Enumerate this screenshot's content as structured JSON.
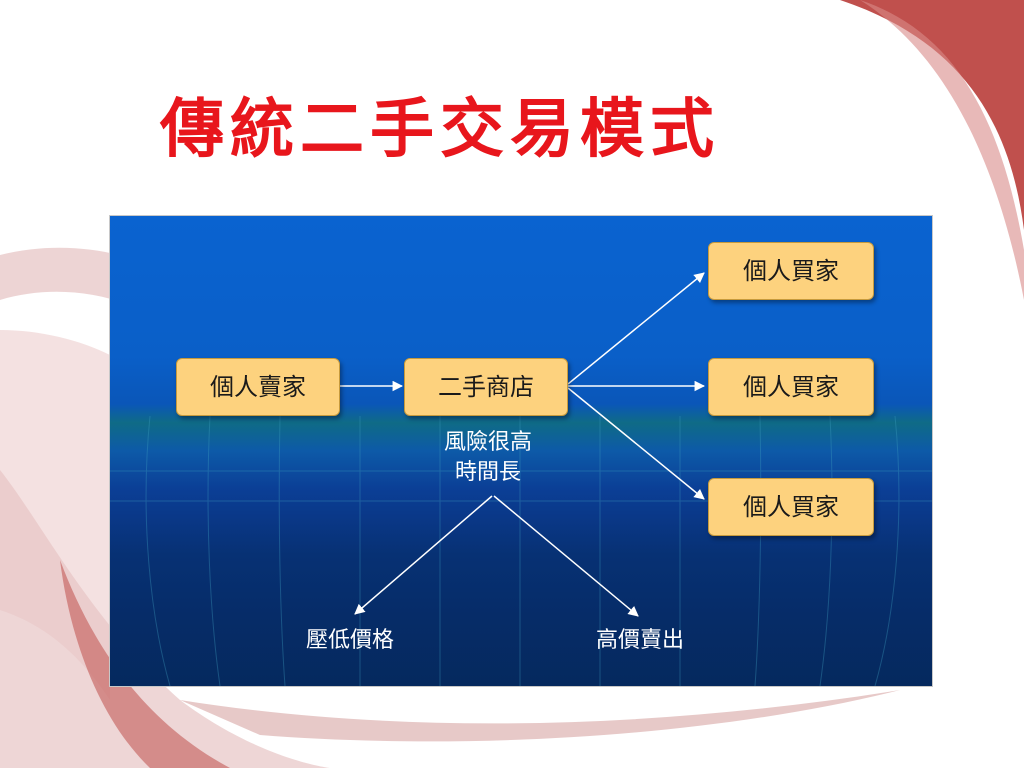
{
  "slide": {
    "title": "傳統二手交易模式",
    "title_color": "#e8161c"
  },
  "diagram": {
    "seller": "個人賣家",
    "shop": "二手商店",
    "buyers": [
      "個人買家",
      "個人買家",
      "個人買家"
    ],
    "risk_line1": "風險很高",
    "risk_line2": "時間長",
    "outcome_left": "壓低價格",
    "outcome_right": "高價賣出",
    "box_color": "#fdd27e",
    "panel_color": "#0a5fc8"
  }
}
